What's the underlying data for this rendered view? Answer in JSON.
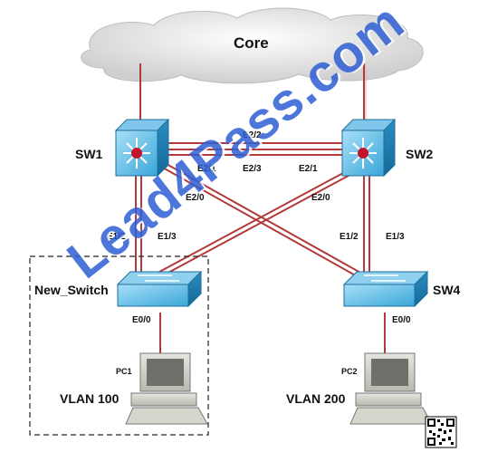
{
  "core": {
    "label": "Core"
  },
  "devices": {
    "sw1": {
      "label": "SW1"
    },
    "sw2": {
      "label": "SW2"
    },
    "new_switch": {
      "label": "New_Switch"
    },
    "sw4": {
      "label": "SW4"
    }
  },
  "ports": {
    "sw1_sw2_top": "E2/2",
    "sw1_e2_1": "E2/1",
    "sw2_e2_3": "E2/3",
    "sw2_e2_1": "E2/1",
    "sw1_e2_0": "E2/0",
    "sw2_e2_0": "E2/0",
    "sw1_e1_2": "E1/2",
    "sw1_e1_3": "E1/3",
    "sw2_e1_2": "E1/2",
    "sw2_e1_3": "E1/3",
    "new_switch_e0_0": "E0/0",
    "sw4_e0_0": "E0/0"
  },
  "hosts": {
    "pc1": {
      "label": "PC1",
      "vlan": "VLAN 100"
    },
    "pc2": {
      "label": "PC2",
      "vlan": "VLAN 200"
    }
  },
  "watermark": "Lead4Pass.com",
  "colors": {
    "link": "#b23a3a",
    "switch_blue": "#3aa6d8",
    "router_center": "#c0152a",
    "cloud": "#e8e8e8",
    "watermark": "#2f5fd4"
  }
}
